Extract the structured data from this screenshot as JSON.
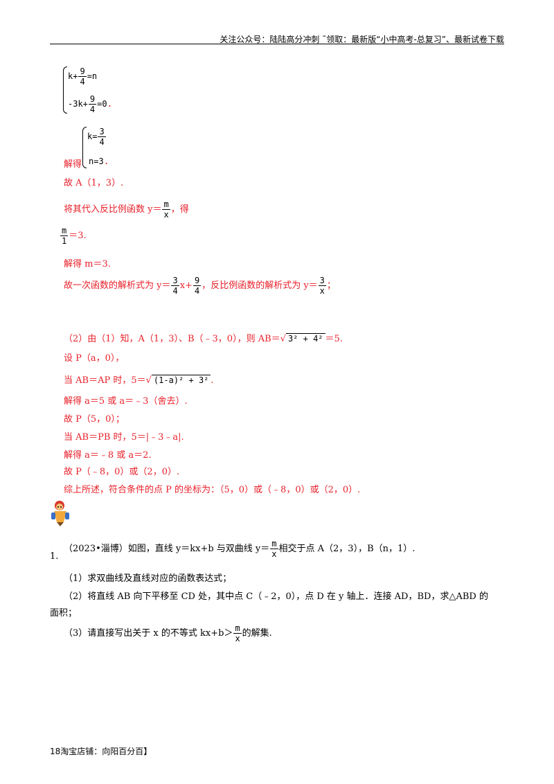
{
  "header": {
    "text": "关注公众号：陆陆高分冲刺 ˜领取：最新版“小中高考-总复习”、最新试卷下载"
  },
  "solution": {
    "system1_line1_a": "k+",
    "system1_line1_num": "9",
    "system1_line1_den": "4",
    "system1_line1_b": "=n",
    "system1_line2_a": "-3k+",
    "system1_line2_num": "9",
    "system1_line2_den": "4",
    "system1_line2_b": "=0",
    "period": ".",
    "solved_label": "解得",
    "system2_line1_a": "k=",
    "system2_line1_num": "3",
    "system2_line1_den": "4",
    "system2_line2": "n=3",
    "point_A": "故 A（1，3）.",
    "substitute_a": "将其代入反比例函数 y＝",
    "frac_m": "m",
    "frac_x": "x",
    "substitute_b": "，得",
    "m_over_1_num": "m",
    "m_over_1_den": "1",
    "m_over_1_eq": "＝3.",
    "solve_m": "解得 m＝3.",
    "conclusion_a": "故一次函数的解析式为 y＝",
    "conc_num1": "3",
    "conc_den1": "4",
    "conc_b": "x+",
    "conc_num2": "9",
    "conc_den2": "4",
    "conclusion_c": "，反比例函数的解析式为 y＝",
    "conc_num3": "3",
    "conc_den3": "x",
    "conclusion_d": "；",
    "part2_a": "（2）由（1）知，A（1，3）、B（﹣3，0），则 AB＝",
    "part2_sqrt": "3² + 4²",
    "part2_b": "＝5.",
    "set_P": "设 P（a，0），",
    "case1_a": "当 AB＝AP 时，5＝",
    "case1_sqrt": "(1-a)² + 3²",
    "case1_b": ".",
    "case1_solve": "解得 a＝5 或 a＝﹣3（舍去）.",
    "case1_P": "故 P（5，0）；",
    "case2": "当 AB＝PB 时，5＝|﹣3﹣a|.",
    "case2_solve": "解得 a＝﹣8 或 a＝2.",
    "case2_P": "故 P（﹣8，0）或（2，0）.",
    "summary": "综上所述，符合条件的点 P 的坐标为：（5，0）或（﹣8，0）或（2，0）."
  },
  "problem": {
    "number": "1.",
    "stem_a": "（2023•淄博）如图，直线 y＝kx+b 与双曲线 y＝",
    "frac_num": "m",
    "frac_den": "x",
    "stem_b": "相交于点 A（2，3），B（n，1）.",
    "q1": "（1）求双曲线及直线对应的函数表达式；",
    "q2_line1": "（2）将直线 AB 向下平移至 CD 处，其中点 C（﹣2，0），点 D 在 y 轴上．连接 AD，BD，求△ABD 的",
    "q2_line2": "面积；",
    "q3_a": "（3）请直接写出关于 x 的不等式 kx+b＞",
    "q3_num": "m",
    "q3_den": "x",
    "q3_b": "的解集."
  },
  "footer": {
    "text": "18淘宝店铺：向阳百分百】"
  },
  "icons": {
    "mascot": "pencil-mascot-icon"
  },
  "colors": {
    "solution": "#e8202a",
    "text": "#000000"
  }
}
